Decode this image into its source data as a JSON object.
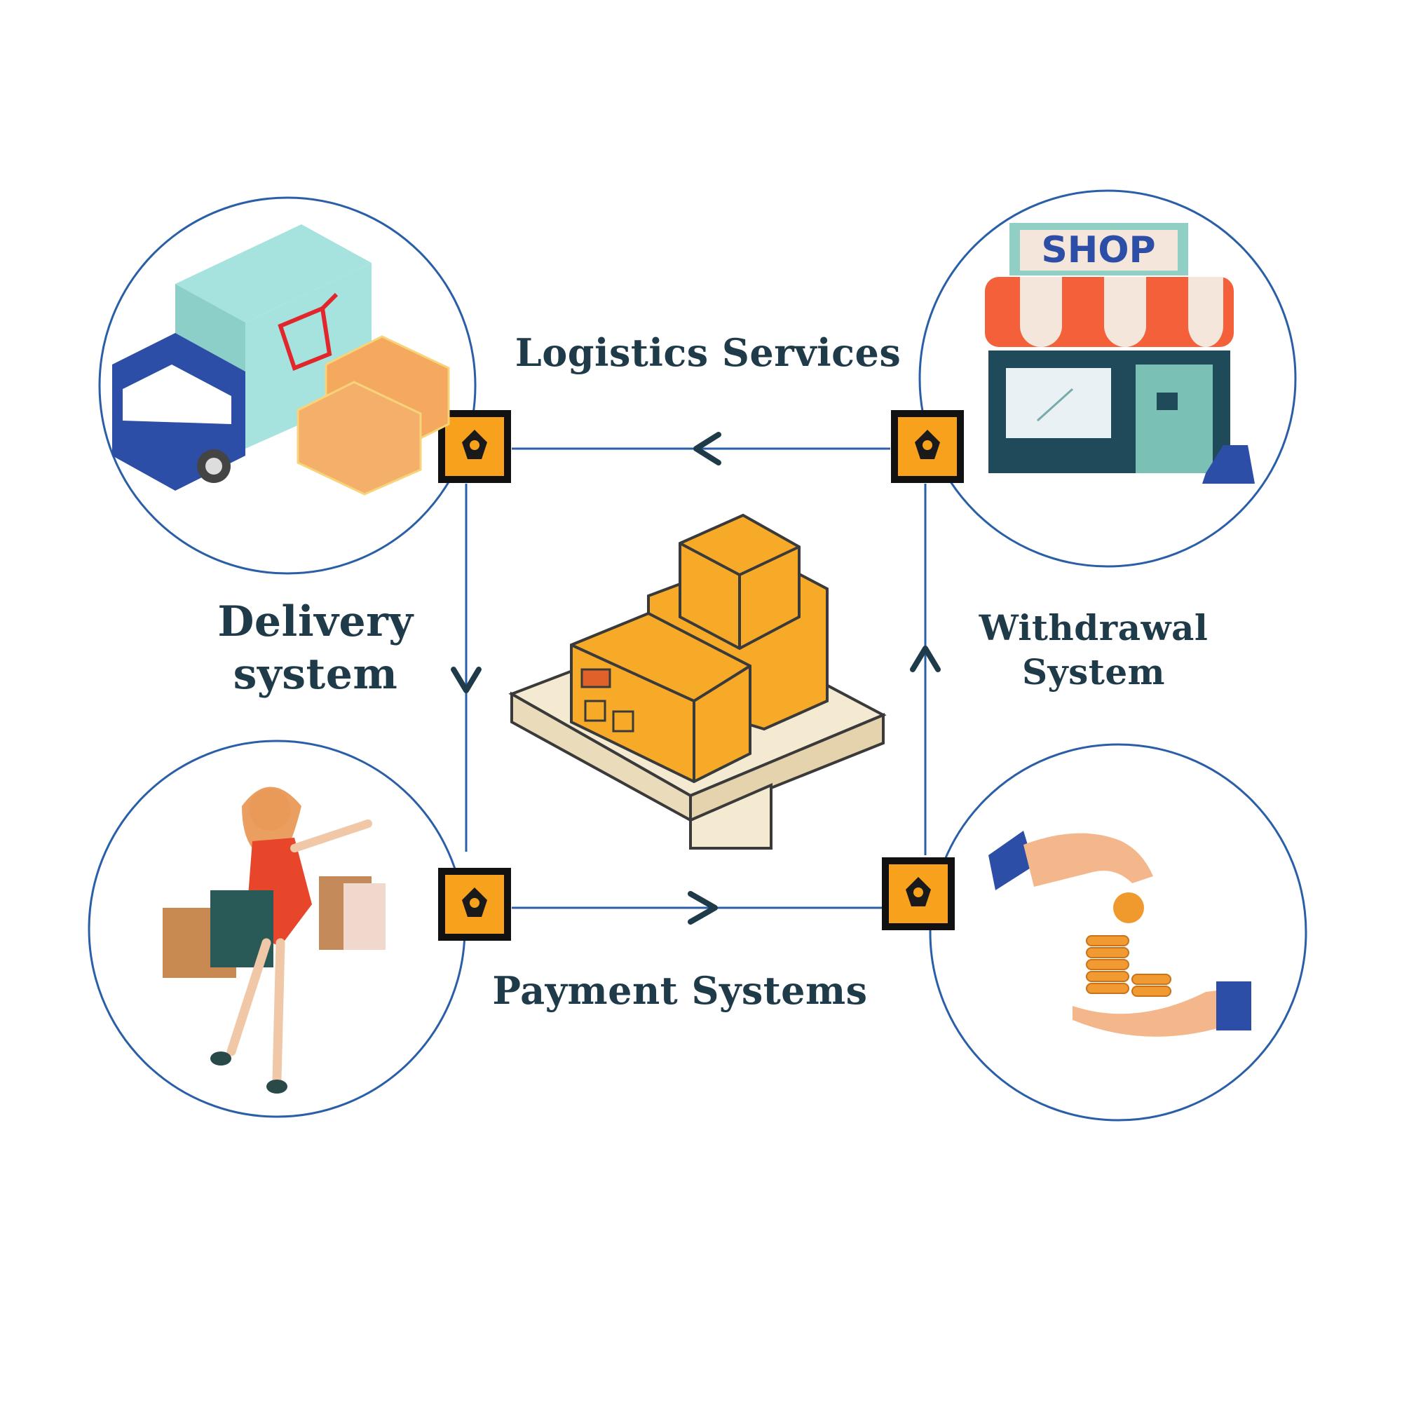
{
  "labels": {
    "top": "Logistics Services",
    "bottom": "Payment Systems",
    "left": [
      "Delivery",
      "system"
    ],
    "right": [
      "Withdrawal",
      "System"
    ]
  },
  "shop_sign": "SHOP",
  "nodes": [
    {
      "id": "delivery",
      "icon": "delivery-truck-icon"
    },
    {
      "id": "shop",
      "icon": "shop-storefront-icon"
    },
    {
      "id": "shopper",
      "icon": "shopping-woman-icon"
    },
    {
      "id": "payment",
      "icon": "coin-payment-hands-icon"
    }
  ],
  "center_icon": "pallet-boxes-icon",
  "connector_icon": "orange-badge-icon",
  "flow": [
    "shop -> delivery",
    "delivery -> shopper",
    "shopper -> payment",
    "payment -> shop"
  ],
  "colors": {
    "accent_orange": "#f7a11c",
    "line_blue": "#2a5fa8",
    "text_dark": "#1f3a48",
    "awning_red": "#f3603a"
  }
}
